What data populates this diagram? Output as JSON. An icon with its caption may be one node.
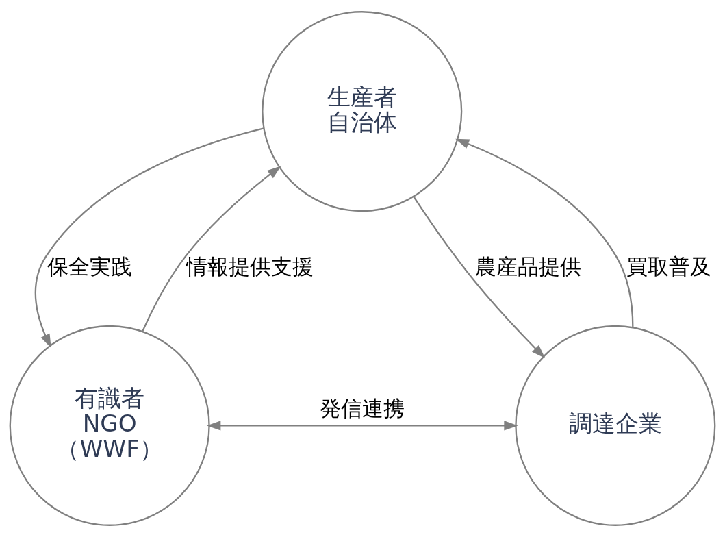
{
  "diagram": {
    "nodes": [
      {
        "text": [
          "生産者",
          "自治体"
        ]
      },
      {
        "text": [
          "有識者",
          "NGO",
          "（WWF）"
        ]
      },
      {
        "text": [
          "調達企業"
        ]
      }
    ],
    "edges": [
      {
        "from": 1,
        "to": 0,
        "arrow": "to",
        "label": "情報提供支援"
      },
      {
        "from": 0,
        "to": 1,
        "arrow": "to",
        "label": "保全実践"
      },
      {
        "from": 0,
        "to": 2,
        "arrow": "to",
        "label": "農産品提供"
      },
      {
        "from": 2,
        "to": 0,
        "arrow": "to",
        "label": "買取普及"
      },
      {
        "from": 1,
        "to": 2,
        "arrow": "both",
        "label": "発信連携"
      }
    ]
  }
}
